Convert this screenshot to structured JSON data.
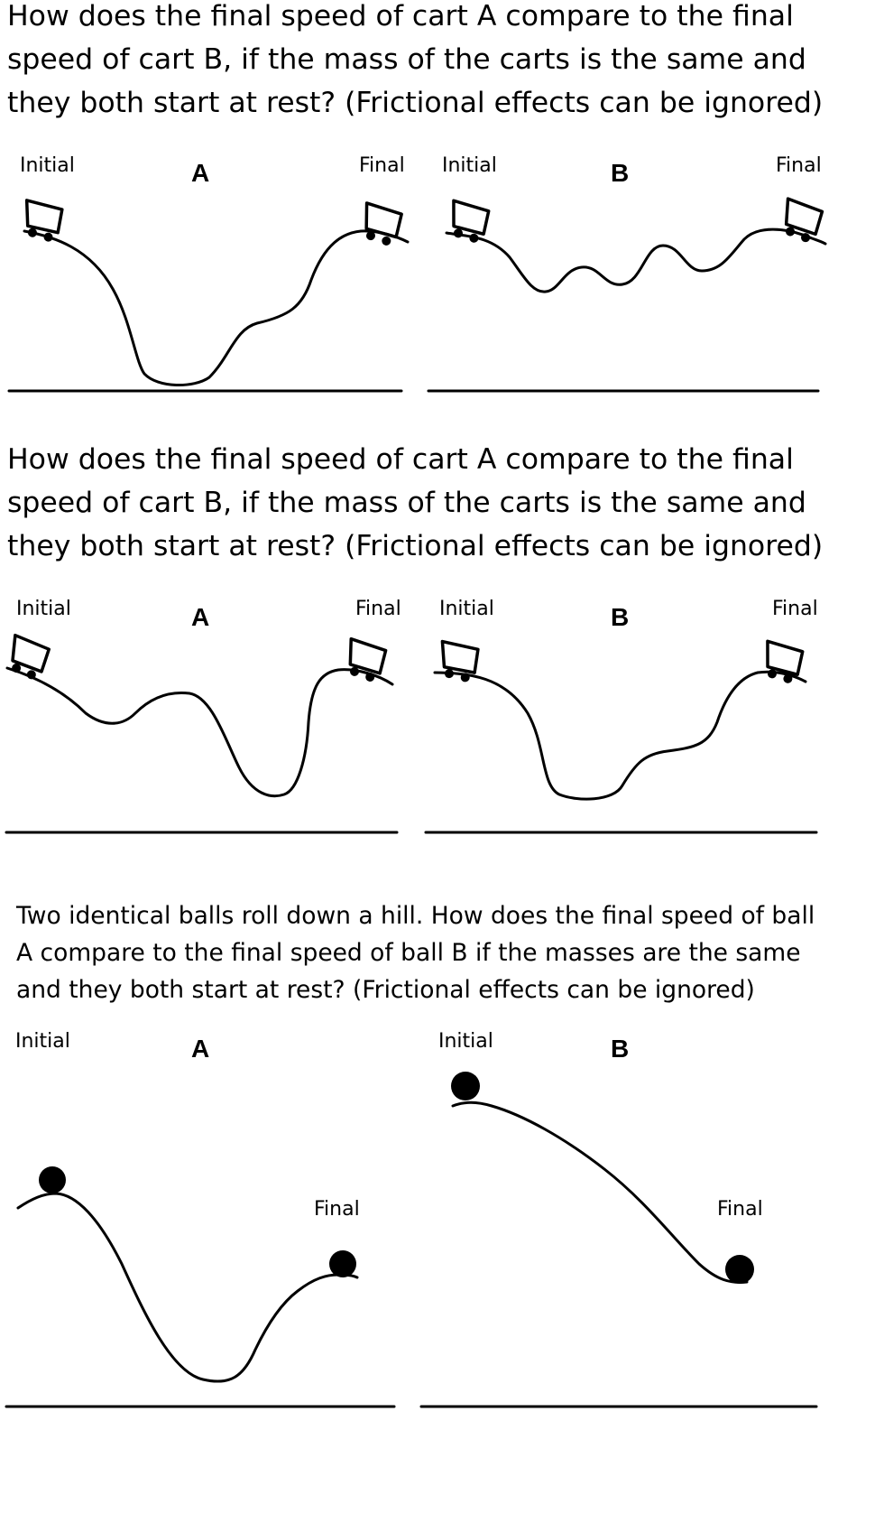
{
  "problems": [
    {
      "question_lines": [
        "How does the final speed of cart A compare to the final",
        "speed of cart B, if the mass of the carts is the same and",
        "they both start at rest? (Frictional effects can be ignored)"
      ],
      "panel_a": {
        "letter": "A",
        "initial": "Initial",
        "final": "Final"
      },
      "panel_b": {
        "letter": "B",
        "initial": "Initial",
        "final": "Final"
      }
    },
    {
      "question_lines": [
        "How does the final speed of cart A compare to the final",
        "speed of cart B, if the mass of the carts is the same and",
        "they both start at rest? (Frictional effects can be ignored)"
      ],
      "panel_a": {
        "letter": "A",
        "initial": "Initial",
        "final": "Final"
      },
      "panel_b": {
        "letter": "B",
        "initial": "Initial",
        "final": "Final"
      }
    },
    {
      "question_lines": [
        "Two identical balls roll down a hill. How does the final speed of ball",
        "A compare to the final speed of ball B if the masses are the same",
        "and they both start at rest? (Frictional effects can be ignored)"
      ],
      "panel_a": {
        "letter": "A",
        "initial": "Initial",
        "final": "Final"
      },
      "panel_b": {
        "letter": "B",
        "initial": "Initial",
        "final": "Final"
      }
    }
  ]
}
